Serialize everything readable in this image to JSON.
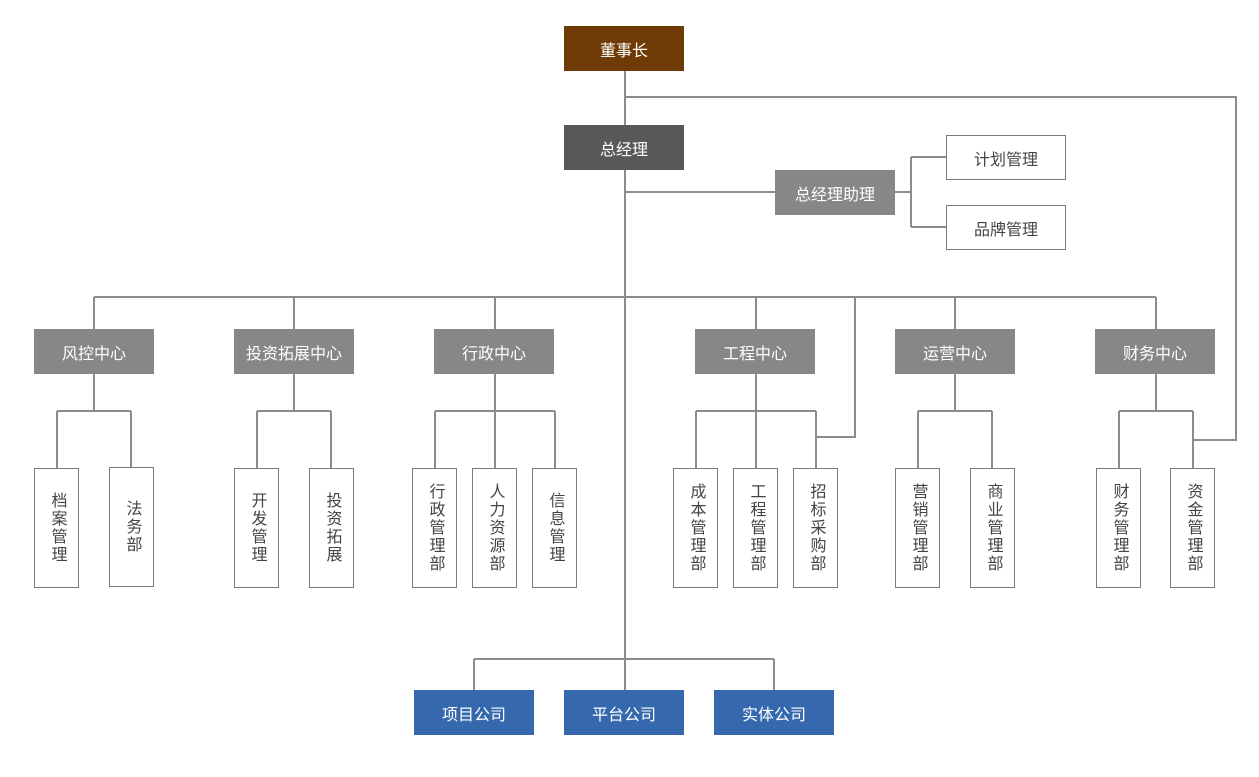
{
  "nodes": {
    "chairman": "董事长",
    "gm": "总经理",
    "gm_assistant": "总经理助理",
    "plan_mgmt": "计划管理",
    "brand_mgmt": "品牌管理",
    "risk_center": "风控中心",
    "invest_center": "投资拓展中心",
    "admin_center": "行政中心",
    "eng_center": "工程中心",
    "ops_center": "运营中心",
    "fin_center": "财务中心",
    "archive_mgmt": "档案管理",
    "legal_dept": "法务部",
    "dev_mgmt": "开发管理",
    "invest_expand": "投资拓展",
    "admin_dept": "行政管理部",
    "hr_dept": "人力资源部",
    "info_mgmt": "信息管理",
    "cost_dept": "成本管理部",
    "eng_dept": "工程管理部",
    "bid_dept": "招标采购部",
    "marketing_dept": "营销管理部",
    "commerce_dept": "商业管理部",
    "finance_dept": "财务管理部",
    "fund_dept": "资金管理部",
    "project_co": "项目公司",
    "platform_co": "平台公司",
    "entity_co": "实体公司"
  },
  "colors": {
    "chairman": "#6e3a05",
    "gm": "#585858",
    "center": "#878787",
    "company": "#3668ad",
    "line": "#8c8c8c"
  }
}
